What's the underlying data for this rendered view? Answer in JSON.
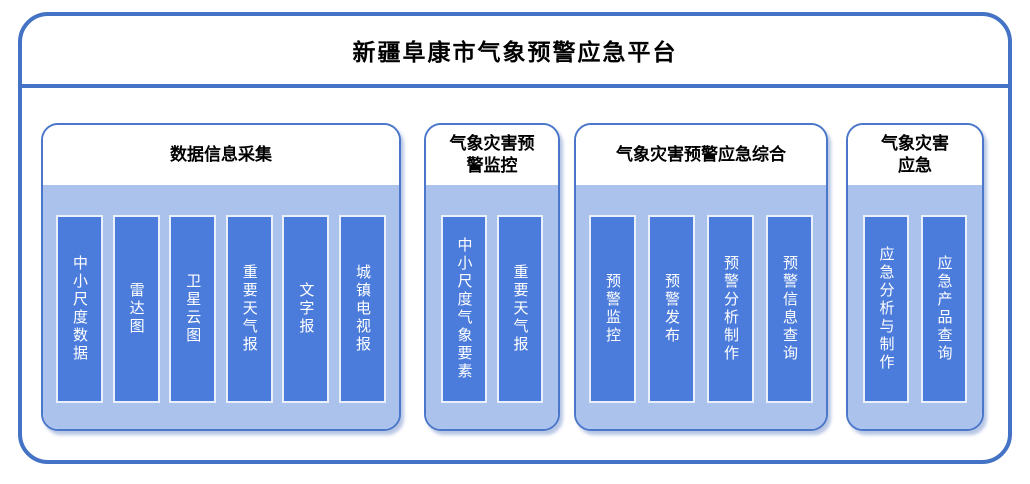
{
  "title": "新疆阜康市气象预警应急平台",
  "colors": {
    "frame_border": "#4472C4",
    "section_border": "#4A77C9",
    "section_fill": "#ABC2EC",
    "module_fill": "#4C7CDB",
    "module_border": "#EAF0FA",
    "module_text": "#FFFFFF",
    "title_text": "#000000"
  },
  "sections": [
    {
      "header": "数据信息采集",
      "items": [
        "中小尺度数据",
        "雷达图",
        "卫星云图",
        "重要天气报",
        "文字报",
        "城镇电视报"
      ]
    },
    {
      "header": "气象灾害预警监控",
      "items": [
        "中小尺度气象要素",
        "重要天气报"
      ]
    },
    {
      "header": "气象灾害预警应急综合",
      "items": [
        "预警监控",
        "预警发布",
        "预警分析制作",
        "预警信息查询"
      ]
    },
    {
      "header": "气象灾害应急",
      "items": [
        "应急分析与制作",
        "应急产品查询"
      ]
    }
  ]
}
